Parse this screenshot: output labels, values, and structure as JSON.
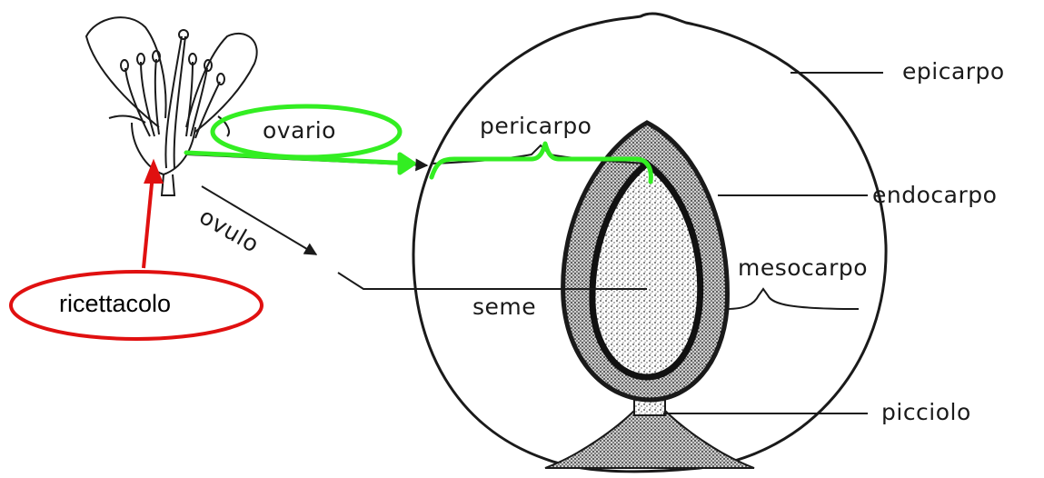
{
  "labels": {
    "epicarpo": "epicarpo",
    "endocarpo": "endocarpo",
    "mesocarpo": "mesocarpo",
    "picciolo": "picciolo",
    "pericarpo": "pericarpo",
    "seme": "seme",
    "ovario": "ovario",
    "ovulo": "ovulo",
    "ricettacolo": "ricettacolo"
  },
  "colors": {
    "ink": "#1a1a1a",
    "highlight_green": "#33ee22",
    "highlight_red": "#e01010"
  }
}
